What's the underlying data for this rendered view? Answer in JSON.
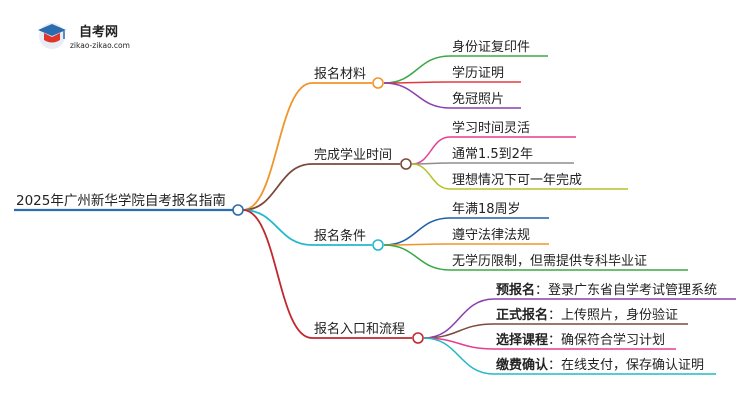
{
  "logo": {
    "name": "自考网",
    "domain": "zikao-zikao.com",
    "icon": "graduation-cap-icon"
  },
  "mindmap": {
    "root": "2025年广州新华学院自考报名指南",
    "branches": [
      {
        "label": "报名材料",
        "color": "#f0952a",
        "children": [
          {
            "text": "身份证复印件",
            "color": "#3aa845"
          },
          {
            "text": "学历证明",
            "color": "#e33b3b"
          },
          {
            "text": "免冠照片",
            "color": "#8a3fae"
          }
        ]
      },
      {
        "label": "完成学业时间",
        "color": "#7b4a3a",
        "children": [
          {
            "text": "学习时间灵活",
            "color": "#e63d8f"
          },
          {
            "text": "通常1.5到2年",
            "color": "#8e8e8e"
          },
          {
            "text": "理想情况下可一年完成",
            "color": "#b5c22a"
          }
        ]
      },
      {
        "label": "报名条件",
        "color": "#22b8cc",
        "children": [
          {
            "text": "年满18周岁",
            "color": "#1e5fa8"
          },
          {
            "text": "遵守法律法规",
            "color": "#f0952a"
          },
          {
            "text": "无学历限制，但需提供专科毕业证",
            "color": "#3aa845"
          }
        ]
      },
      {
        "label": "报名入口和流程",
        "color": "#c0282d",
        "children": [
          {
            "bold": "预报名",
            "text": "：登录广东省自学考试管理系统",
            "color": "#8a3fae"
          },
          {
            "bold": "正式报名",
            "text": "：上传照片，身份验证",
            "color": "#7b4a3a"
          },
          {
            "bold": "选择课程",
            "text": "：确保符合学习计划",
            "color": "#e63d8f"
          },
          {
            "bold": "缴费确认",
            "text": "：在线支付，保存确认证明",
            "color": "#22b8cc"
          }
        ]
      }
    ]
  },
  "colors": {
    "root_line": "#2b6bb0",
    "node_fill": "#ffffff"
  }
}
